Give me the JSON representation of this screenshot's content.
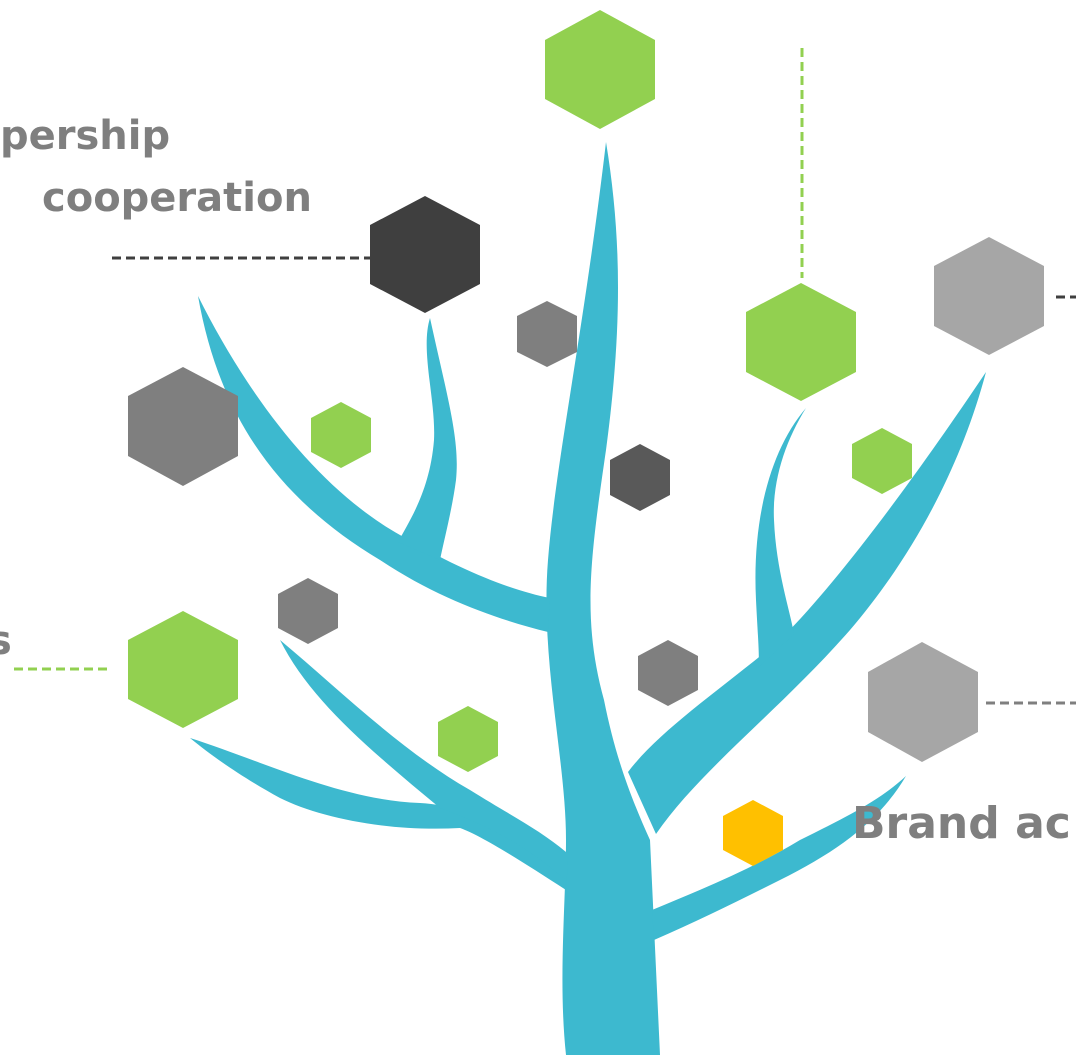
{
  "colors": {
    "trunk": "#3DB9CF",
    "green": "#92D050",
    "dark": "#3F3F3F",
    "darkgray": "#595959",
    "gray": "#7F7F7F",
    "lightgray": "#A6A6A6",
    "yellow": "#FFC000",
    "label": "#7F7F7F"
  },
  "labels": {
    "partnership_line1": "pership",
    "partnership_line2": "cooperation",
    "left_s": "s",
    "brand": "Brand ac"
  },
  "icons": {
    "trunk": "tree-trunk-icon",
    "hexagon": "hexagon-icon"
  }
}
